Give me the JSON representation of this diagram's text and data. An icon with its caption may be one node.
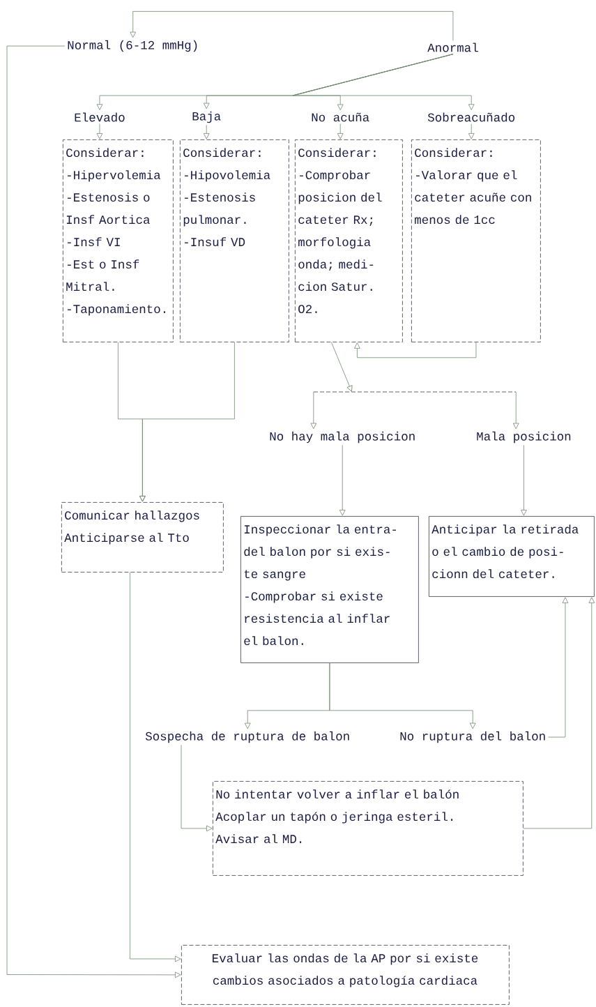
{
  "diagram": {
    "nodes": [
      {
        "text": [
          "Normal (6-12 mmHg)"
        ]
      },
      {
        "text": [
          "Anormal"
        ]
      },
      {
        "text": [
          "Elevado"
        ]
      },
      {
        "text": [
          "Baja"
        ]
      },
      {
        "text": [
          "No acuña"
        ]
      },
      {
        "text": [
          "Sobreacuñado"
        ]
      },
      {
        "text": [
          "Considerar:",
          "-Hipervolemia",
          "-Estenosis o Insf Aortica",
          "-Insf VI",
          "-Est o Insf Mitral.",
          "-Taponamiento."
        ]
      },
      {
        "text": [
          "Considerar:",
          "-Hipovolemia",
          "-Estenosis pulmonar.",
          "-Insuf VD"
        ]
      },
      {
        "text": [
          "Considerar:",
          "-Comprobar posicion del cateter Rx; morfologia onda; medi- cion Satur. O2."
        ]
      },
      {
        "text": [
          "Considerar:",
          "-Valorar que el cateter acuñe con menos de 1cc"
        ]
      },
      {
        "text": [],
        "shape": "bar"
      },
      {
        "text": [
          "No hay mala posicion"
        ]
      },
      {
        "text": [
          "Mala posicion"
        ]
      },
      {
        "text": [
          "Comunicar hallazgos",
          "Anticiparse al Tto"
        ]
      },
      {
        "text": [
          "Inspeccionar la entra- del balon por si exis- te sangre",
          "-Comprobar si existe resistencia al inflar el balon."
        ]
      },
      {
        "text": [
          "Anticipar la retirada o el cambio de posi- cionn del cateter."
        ]
      },
      {
        "text": [
          "Sospecha de ruptura de balon"
        ]
      },
      {
        "text": [
          "No ruptura del balon"
        ]
      },
      {
        "text": [
          "No intentar volver a inflar el balón",
          "Acoplar un tapón o jeringa esteril.",
          "Avisar al MD."
        ]
      },
      {
        "text": [
          "Evaluar las ondas de la AP por si existe cambios asociados a patología cardiaca"
        ]
      }
    ],
    "edges": [
      {
        "from": 1,
        "to": 0,
        "arrow": "to"
      },
      {
        "from": 0,
        "to": 19,
        "arrow": "to"
      },
      {
        "from": 1,
        "to": 2,
        "arrow": "to"
      },
      {
        "from": 1,
        "to": 3,
        "arrow": "to"
      },
      {
        "from": 1,
        "to": 4,
        "arrow": "to"
      },
      {
        "from": 1,
        "to": 5,
        "arrow": "to"
      },
      {
        "from": 2,
        "to": 6,
        "arrow": "to"
      },
      {
        "from": 3,
        "to": 7,
        "arrow": "to"
      },
      {
        "from": 4,
        "to": 8,
        "arrow": "to"
      },
      {
        "from": 5,
        "to": 9,
        "arrow": "to"
      },
      {
        "from": 8,
        "to": 10,
        "arrow": "to"
      },
      {
        "from": 9,
        "to": 8,
        "arrow": "to"
      },
      {
        "from": 10,
        "to": 11,
        "arrow": "to"
      },
      {
        "from": 10,
        "to": 12,
        "arrow": "to"
      },
      {
        "from": 6,
        "to": 13,
        "arrow": "to"
      },
      {
        "from": 7,
        "to": 13,
        "arrow": "to"
      },
      {
        "from": 11,
        "to": 14,
        "arrow": "to"
      },
      {
        "from": 12,
        "to": 15,
        "arrow": "to"
      },
      {
        "from": 14,
        "to": 16,
        "arrow": "to"
      },
      {
        "from": 14,
        "to": 17,
        "arrow": "to"
      },
      {
        "from": 16,
        "to": 18,
        "arrow": "to"
      },
      {
        "from": 17,
        "to": 15,
        "arrow": "to"
      },
      {
        "from": 18,
        "to": 15,
        "arrow": "to"
      },
      {
        "from": 13,
        "to": 19,
        "arrow": "to"
      }
    ]
  }
}
